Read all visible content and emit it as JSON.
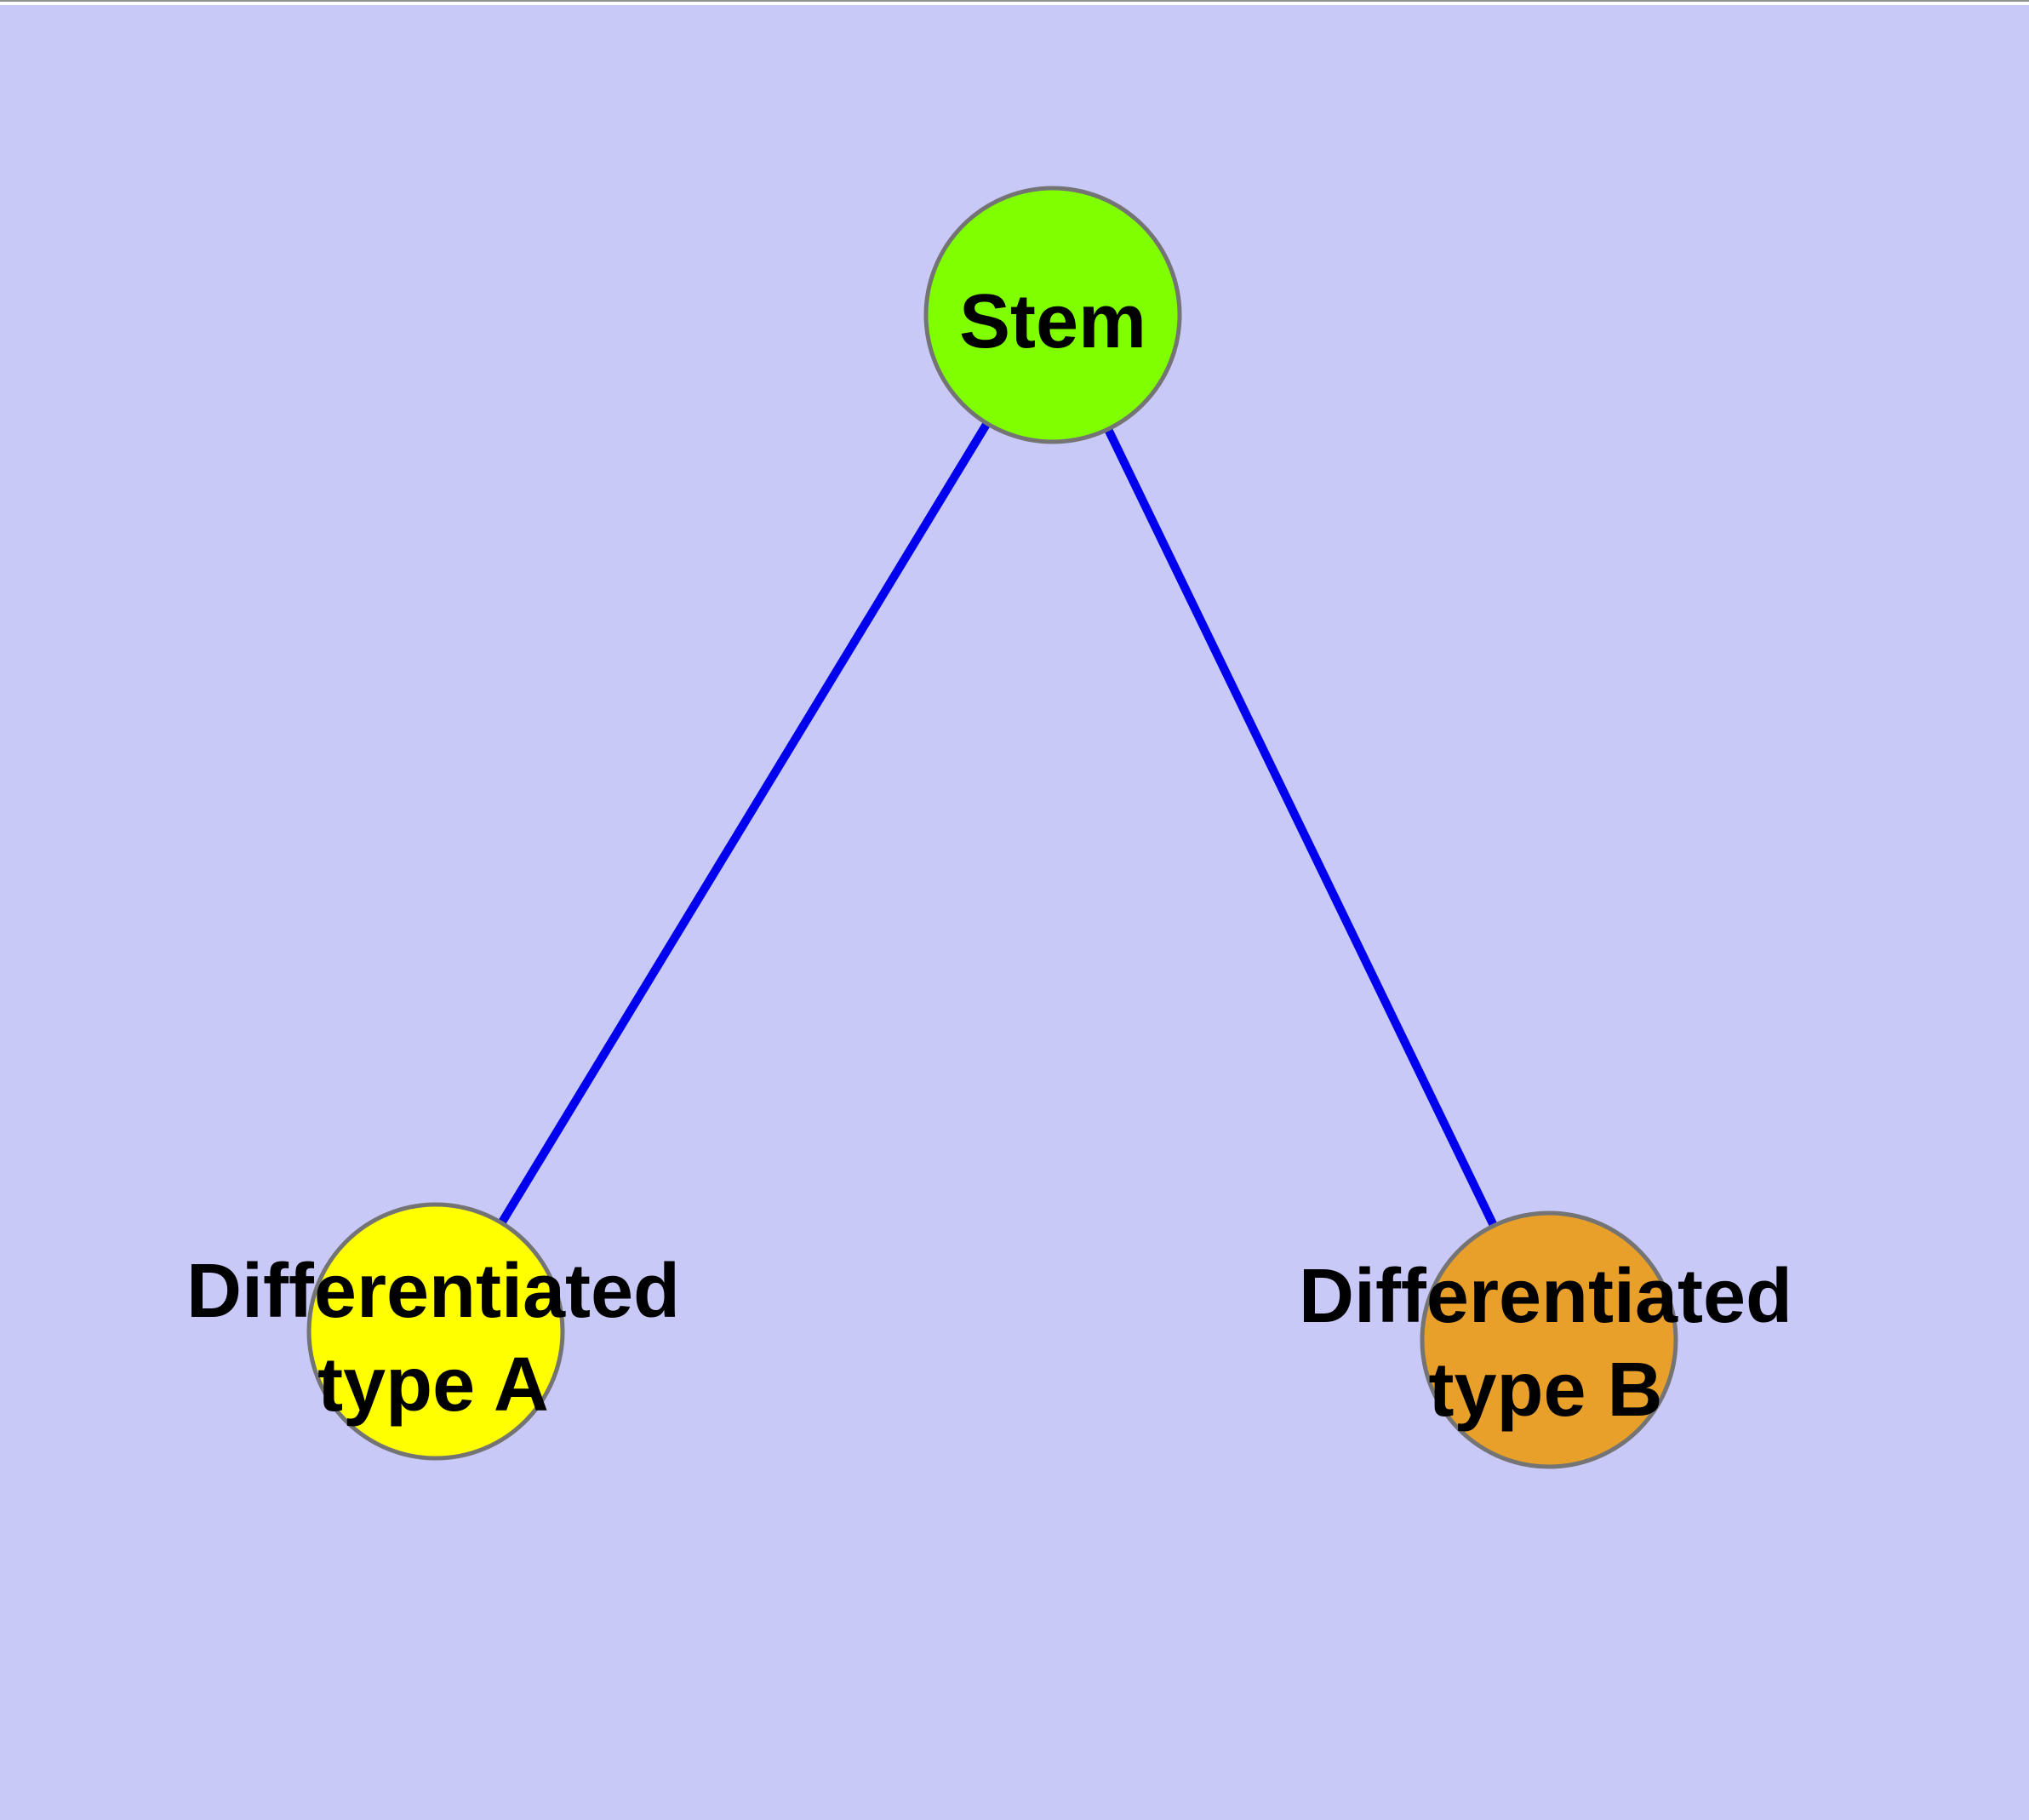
{
  "diagram": {
    "background": "#C9C9F8",
    "top_edge_line_color": "#909090",
    "top_margin_color": "#FFFFFF",
    "edge_color": "#0000EE",
    "node_border_color": "#747474",
    "text_color": "#000000",
    "nodes": {
      "stem": {
        "label": "Stem",
        "fill": "#7FFF00"
      },
      "type_a": {
        "label_line1": "Differentiated",
        "label_line2": "type A",
        "fill": "#FFFF00"
      },
      "type_b": {
        "label_line1": "Differentiated",
        "label_line2": "type B",
        "fill": "#E8A02A"
      }
    },
    "edges": [
      {
        "from": "stem",
        "to": "type_a"
      },
      {
        "from": "stem",
        "to": "type_b"
      }
    ]
  }
}
